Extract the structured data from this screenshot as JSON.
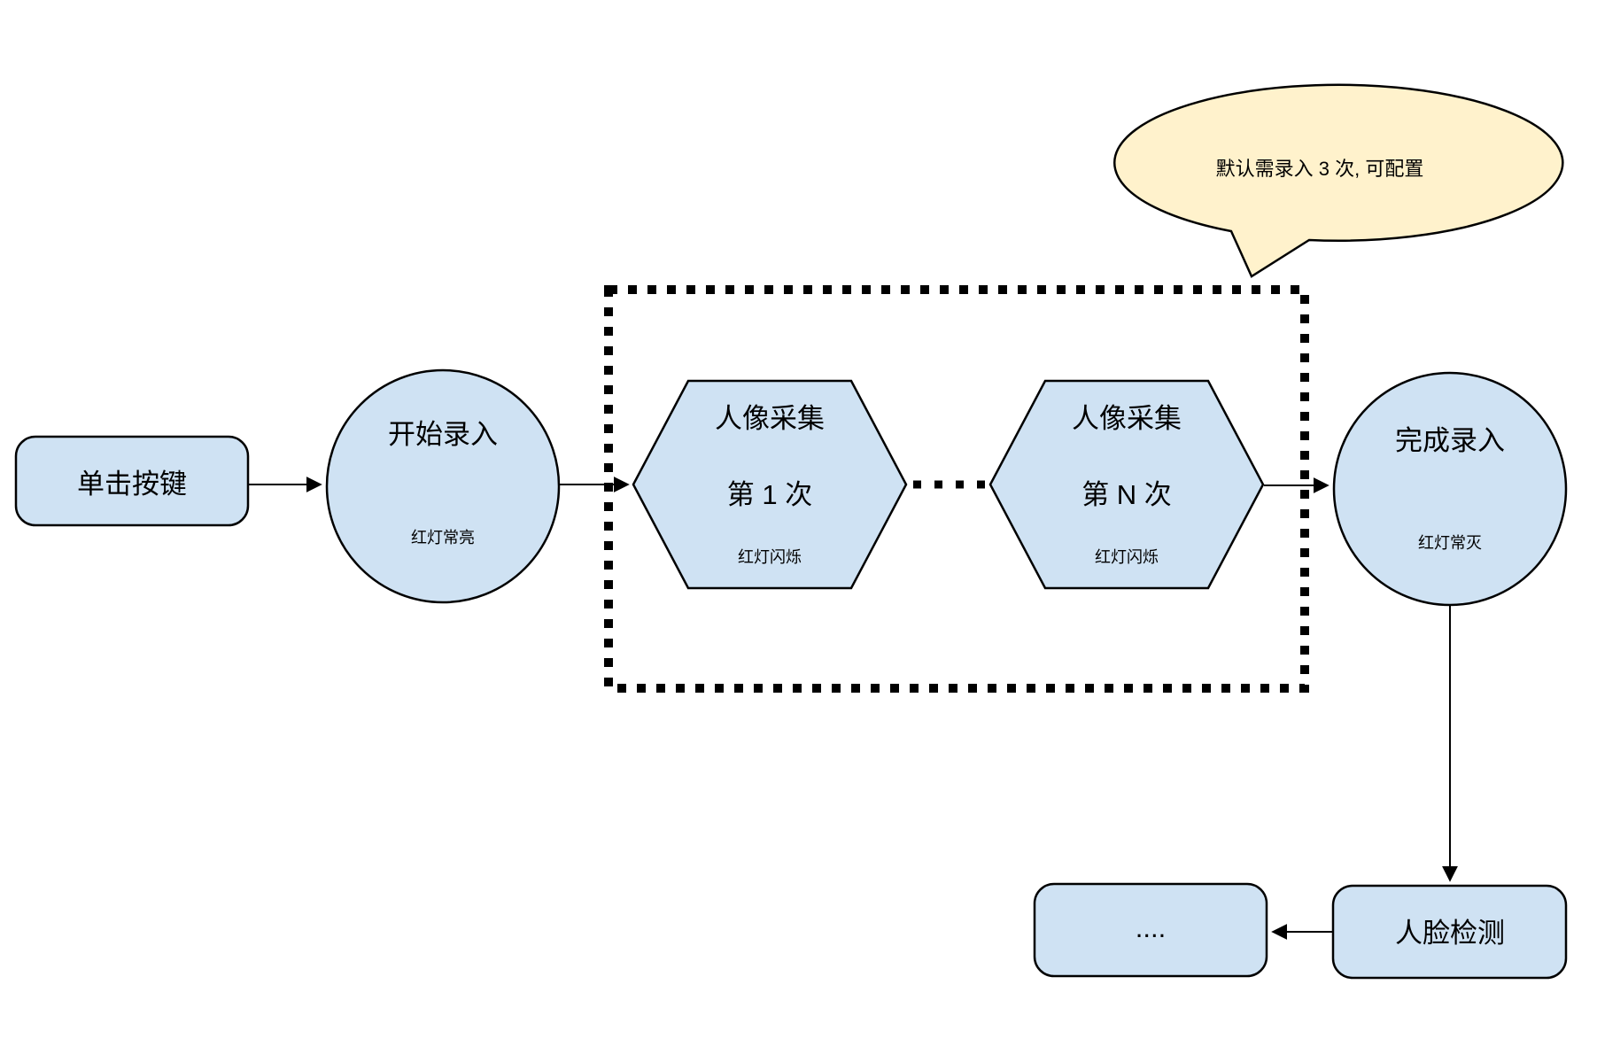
{
  "diagram": {
    "colors": {
      "node_fill": "#cfe2f3",
      "node_stroke": "#000000",
      "callout_fill": "#fff2cc",
      "connector": "#000000"
    },
    "nodes": {
      "click_button": {
        "label": "单击按键"
      },
      "start_capture": {
        "label": "开始录入",
        "status": "红灯常亮"
      },
      "capture_first": {
        "title": "人像采集",
        "subtitle": "第 1 次",
        "status": "红灯闪烁"
      },
      "capture_nth": {
        "title": "人像采集",
        "subtitle": "第 N 次",
        "status": "红灯闪烁"
      },
      "finish_capture": {
        "label": "完成录入",
        "status": "红灯常灭"
      },
      "face_detection": {
        "label": "人脸检测"
      },
      "more_steps": {
        "label": "...."
      }
    },
    "callout": {
      "text": "默认需录入 3 次, 可配置"
    }
  }
}
